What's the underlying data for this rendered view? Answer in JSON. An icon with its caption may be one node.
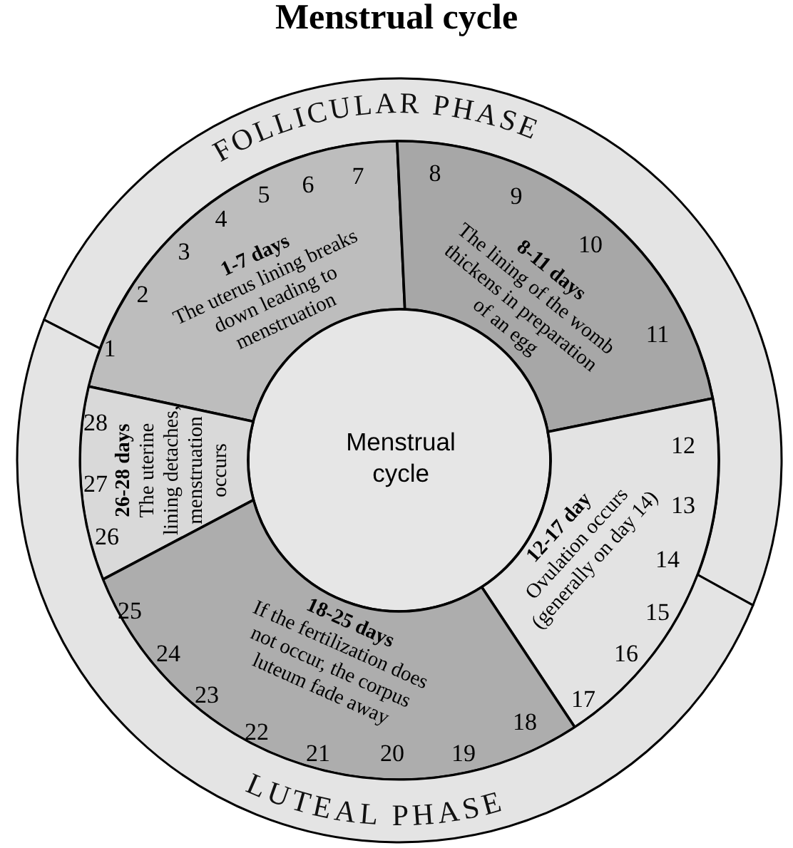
{
  "diagram": {
    "title": "Menstrual cycle",
    "nodes": [
      {
        "text": [
          "FOLLICULAR PHASE"
        ]
      },
      {
        "text": [
          "1-7 days",
          "The uterus lining breaks down leading to menstruation",
          "1",
          "2",
          "3",
          "4",
          "5",
          "6",
          "7"
        ]
      },
      {
        "text": [
          "8-11 days",
          "The lining of the womb thickens in preparation of an egg",
          "8",
          "9",
          "10",
          "11"
        ]
      },
      {
        "text": [
          "Menstrual cycle"
        ]
      },
      {
        "text": [
          "26-28 days",
          "The uterine lining detaches, menstruation occurs",
          "28",
          "27",
          "26"
        ]
      },
      {
        "text": [
          "12-17 day",
          "Ovulation occurs (generally on day 14)",
          "12",
          "13",
          "14",
          "15",
          "16",
          "17"
        ]
      },
      {
        "text": [
          "18-25 days",
          "If the fertilization does not occur, the corpus luteum fade away",
          "25",
          "24",
          "23",
          "22",
          "21",
          "20",
          "19",
          "18"
        ]
      },
      {
        "text": [
          "LUTEAL PHASE"
        ]
      }
    ]
  }
}
